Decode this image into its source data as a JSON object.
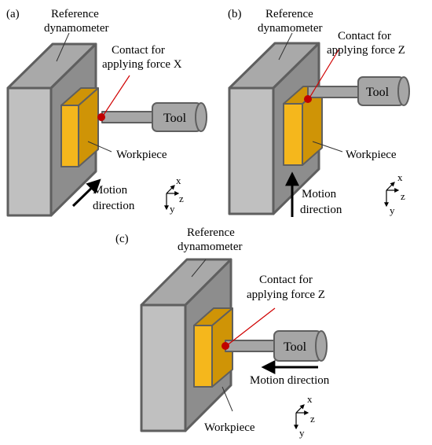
{
  "panels": [
    {
      "tag": "(a)",
      "dynamometer": [
        "Reference",
        "dynamometer"
      ],
      "contact": [
        "Contact for",
        "applying force X"
      ],
      "tool": "Tool",
      "workpiece": "Workpiece",
      "motion": [
        "Motion",
        "direction"
      ],
      "axes": {
        "x": "x",
        "y": "y",
        "z": "z"
      }
    },
    {
      "tag": "(b)",
      "dynamometer": [
        "Reference",
        "dynamometer"
      ],
      "contact": [
        "Contact for",
        "applying force Z"
      ],
      "tool": "Tool",
      "workpiece": "Workpiece",
      "motion": [
        "Motion",
        "direction"
      ],
      "axes": {
        "x": "x",
        "y": "y",
        "z": "z"
      }
    },
    {
      "tag": "(c)",
      "dynamometer": [
        "Reference",
        "dynamometer"
      ],
      "contact": [
        "Contact for",
        "applying force Z"
      ],
      "tool": "Tool",
      "workpiece": "Workpiece",
      "motion": [
        "Motion direction"
      ],
      "axes": {
        "x": "x",
        "y": "y",
        "z": "z"
      }
    }
  ],
  "colors": {
    "dynamometer_front": "#c0c0c0",
    "dynamometer_top": "#a9a9a9",
    "dynamometer_side": "#8d8d8d",
    "outline": "#5f5f5f",
    "workpiece_front": "#f5b71c",
    "workpiece_side": "#cf9406",
    "tool": "#a6a6a6",
    "contact": "#c00000",
    "leader": "#d00000"
  }
}
